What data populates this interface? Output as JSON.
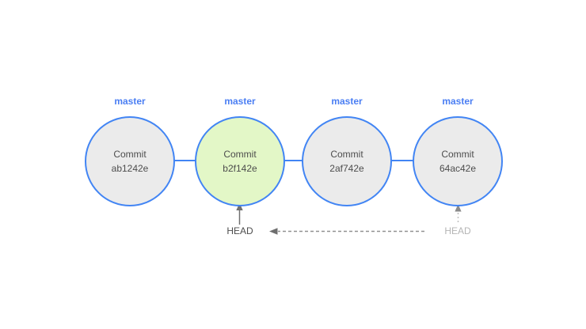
{
  "diagram": {
    "nodes": [
      {
        "branch": "master",
        "title": "Commit",
        "hash": "ab1242e",
        "fill": "gray"
      },
      {
        "branch": "master",
        "title": "Commit",
        "hash": "b2f142e",
        "fill": "green"
      },
      {
        "branch": "master",
        "title": "Commit",
        "hash": "2af742e",
        "fill": "gray"
      },
      {
        "branch": "master",
        "title": "Commit",
        "hash": "64ac42e",
        "fill": "gray"
      }
    ],
    "head_current": {
      "label": "HEAD"
    },
    "head_previous": {
      "label": "HEAD"
    },
    "colors": {
      "node_border_blue": "#4285f4",
      "branch_label_blue": "#4a7ef3",
      "highlight_green_fill": "#e3f7c7",
      "node_gray_fill": "#ebebeb",
      "text_dark_gray": "#4d4d4d",
      "arrow_gray": "#707070",
      "dashed_arrow_gray": "#919191",
      "muted_head_gray": "#b5b5b5",
      "dotted_line_gray": "#c0c0c0"
    }
  }
}
